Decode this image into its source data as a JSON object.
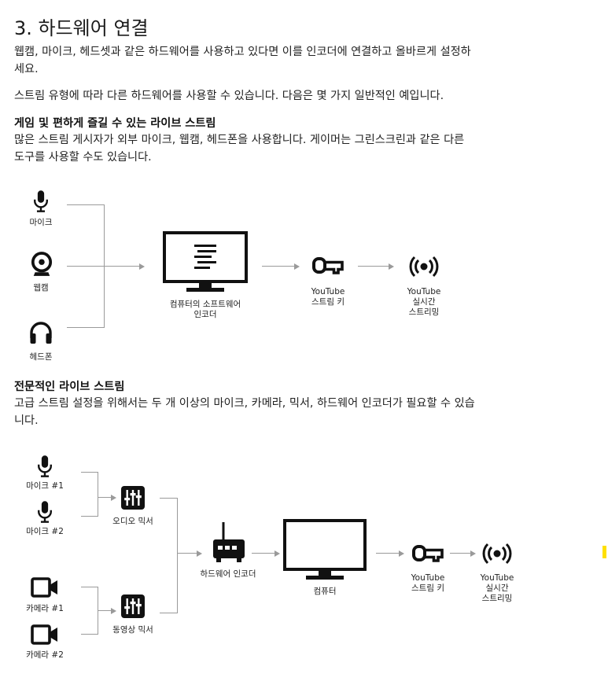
{
  "section": {
    "title": "3. 하드웨어 연결",
    "intro_line1": "웹캠, 마이크, 헤드셋과 같은 하드웨어를 사용하고 있다면 이를 인코더에 연결하고 올바르게 설정하",
    "intro_line2": "세요.",
    "para2": "스트림 유형에 따라 다른 하드웨어를 사용할 수 있습니다. 다음은 몇 가지 일반적인 예입니다."
  },
  "gaming": {
    "heading": "게임 및 편하게 즐길 수 있는 라이브 스트림",
    "desc_line1": "많은 스트림 게시자가 외부 마이크, 웹캠, 헤드폰을 사용합니다. 게이머는 그린스크린과 같은 다른",
    "desc_line2": "도구를 사용할 수도 있습니다.",
    "diagram": {
      "mic": "마이크",
      "webcam": "웹캠",
      "headphones": "헤드폰",
      "encoder_line1": "컴퓨터의 소프트웨어",
      "encoder_line2": "인코더",
      "key_line1": "YouTube",
      "key_line2": "스트림 키",
      "live_line1": "YouTube",
      "live_line2": "실시간",
      "live_line3": "스트리밍"
    }
  },
  "pro": {
    "heading": "전문적인 라이브 스트림",
    "desc_line1": "고급 스트림 설정을 위해서는 두 개 이상의 마이크, 카메라, 믹서, 하드웨어 인코더가 필요할 수 있습",
    "desc_line2": "니다.",
    "diagram": {
      "mic1": "마이크 #1",
      "mic2": "마이크 #2",
      "audio_mixer": "오디오 믹서",
      "cam1": "카메라 #1",
      "cam2": "카메라 #2",
      "video_mixer": "동영상 믹서",
      "hw_encoder": "하드웨어 인코더",
      "computer": "컴퓨터",
      "key_line1": "YouTube",
      "key_line2": "스트림 키",
      "live_line1": "YouTube",
      "live_line2": "실시간",
      "live_line3": "스트리밍"
    }
  },
  "icons": {
    "mic": "microphone-icon",
    "webcam": "webcam-icon",
    "headphones": "headphones-icon",
    "monitor": "monitor-icon",
    "key": "key-icon",
    "live": "live-broadcast-icon",
    "mixer": "mixer-icon",
    "camera": "video-camera-icon",
    "encoder": "hardware-encoder-icon"
  },
  "colors": {
    "text": "#202020",
    "icon": "#111111",
    "connector": "#9a9a9a",
    "marker": "#ffe000"
  }
}
